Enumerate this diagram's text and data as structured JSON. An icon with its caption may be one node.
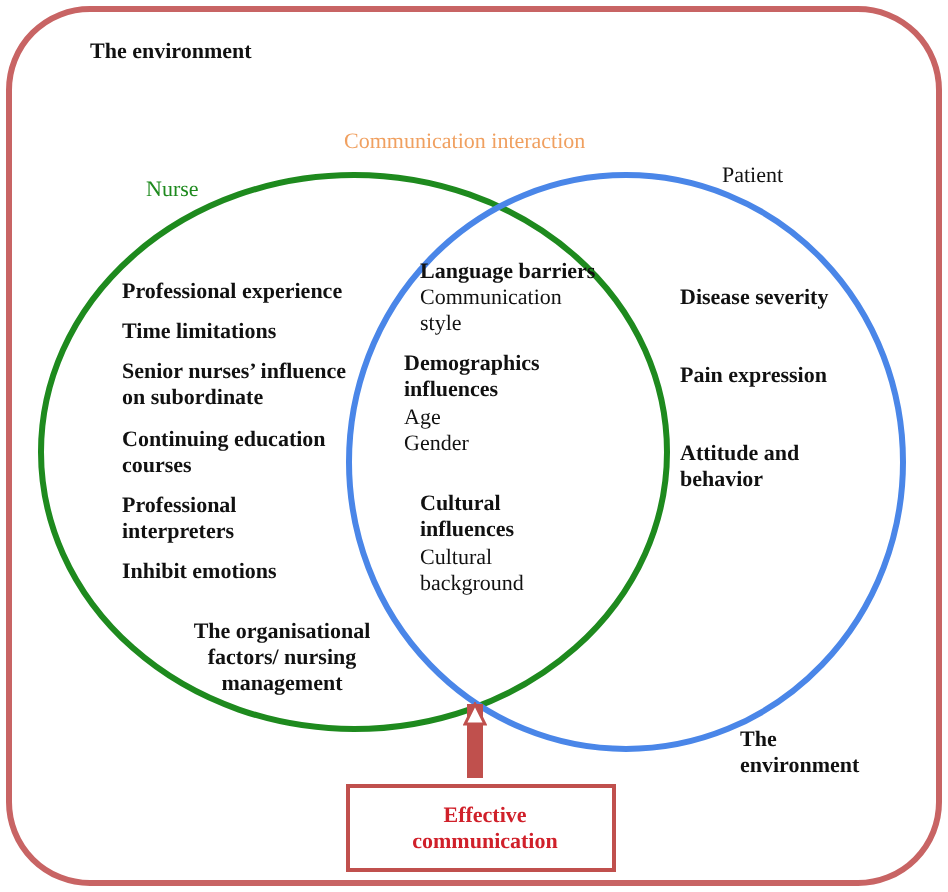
{
  "diagram": {
    "nodes": [
      {
        "text": [
          "The environment"
        ]
      },
      {
        "text": [
          "Nurse",
          "Professional experience",
          "Time limitations",
          "Senior nurses’ influence on subordinate",
          "Continuing education courses",
          "Professional interpreters",
          "Inhibit emotions",
          "The organisational factors/ nursing management"
        ],
        "in": 0
      },
      {
        "text": [
          "Patient",
          "Disease severity",
          "Pain expression",
          "Attitude and behavior"
        ],
        "in": 0
      },
      {
        "text": [
          "Effective communication"
        ],
        "in": 0
      }
    ],
    "edges": [
      {
        "from": 3,
        "to": 2,
        "arrow": "to"
      }
    ],
    "labels": [
      "Communication interaction",
      "Language barriers",
      "Communication style",
      "Demographics influences",
      "Age",
      "Gender",
      "Cultural influences",
      "Cultural background",
      "The environment"
    ]
  }
}
